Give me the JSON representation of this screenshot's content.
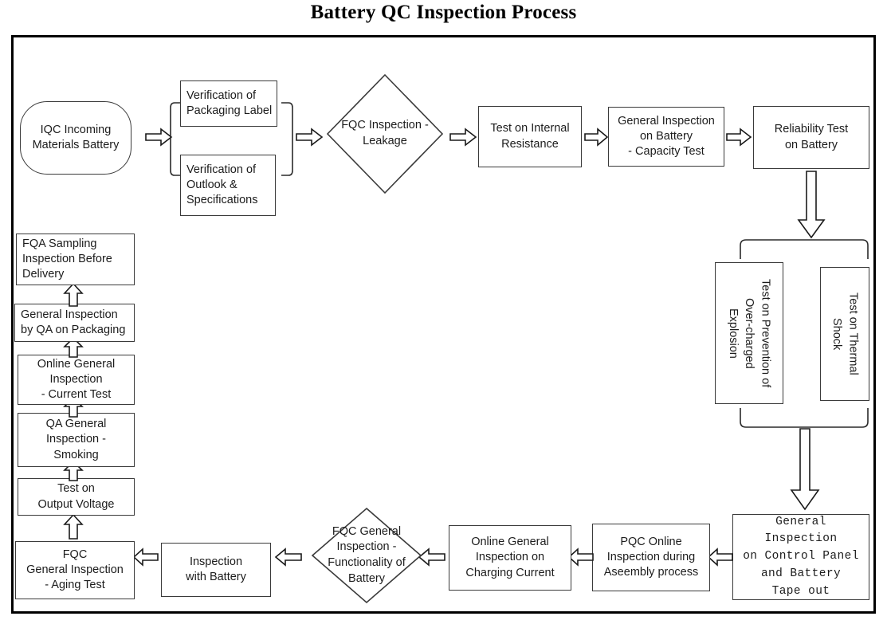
{
  "title": "Battery QC Inspection Process",
  "nodes": {
    "iqc": "IQC Incoming\nMaterials Battery",
    "verify_label": "Verification of\nPackaging Label",
    "verify_outlook": "Verification of\nOutlook &\nSpecifications",
    "fqc_leakage": "FQC Inspection -\nLeakage",
    "internal_resistance": "Test on Internal\nResistance",
    "capacity_test": "General Inspection\non Battery\n- Capacity Test",
    "reliability": "Reliability Test\non Battery",
    "overcharge": "Test on Prevention of\nOver-charged\nExplosion",
    "thermal_shock": "Test on Thermal\nShock",
    "control_panel": "General Inspection\non Control Panel\nand Battery\nTape out",
    "pqc_assembly": "PQC Online\nInspection during\nAseembly process",
    "charging_current": "Online General\nInspection on\nCharging Current",
    "fqc_functionality": "FQC General\nInspection -\nFunctionality of\nBattery",
    "inspection_with_battery": "Inspection\nwith Battery",
    "aging_test": "FQC\nGeneral Inspection\n- Aging Test",
    "output_voltage": "Test on\nOutput Voltage",
    "qa_smoking": "QA General\nInspection -\nSmoking",
    "current_test": "Online General\nInspection\n- Current Test",
    "qa_packaging": "General Inspection\nby QA on Packaging",
    "fqa_sampling": "FQA Sampling\nInspection Before\nDelivery"
  },
  "colors": {
    "frame": "#000000",
    "node_border": "#3a3a3a",
    "arrow_stroke": "#1a1a1a",
    "text": "#1c1c1c",
    "background": "#ffffff"
  }
}
